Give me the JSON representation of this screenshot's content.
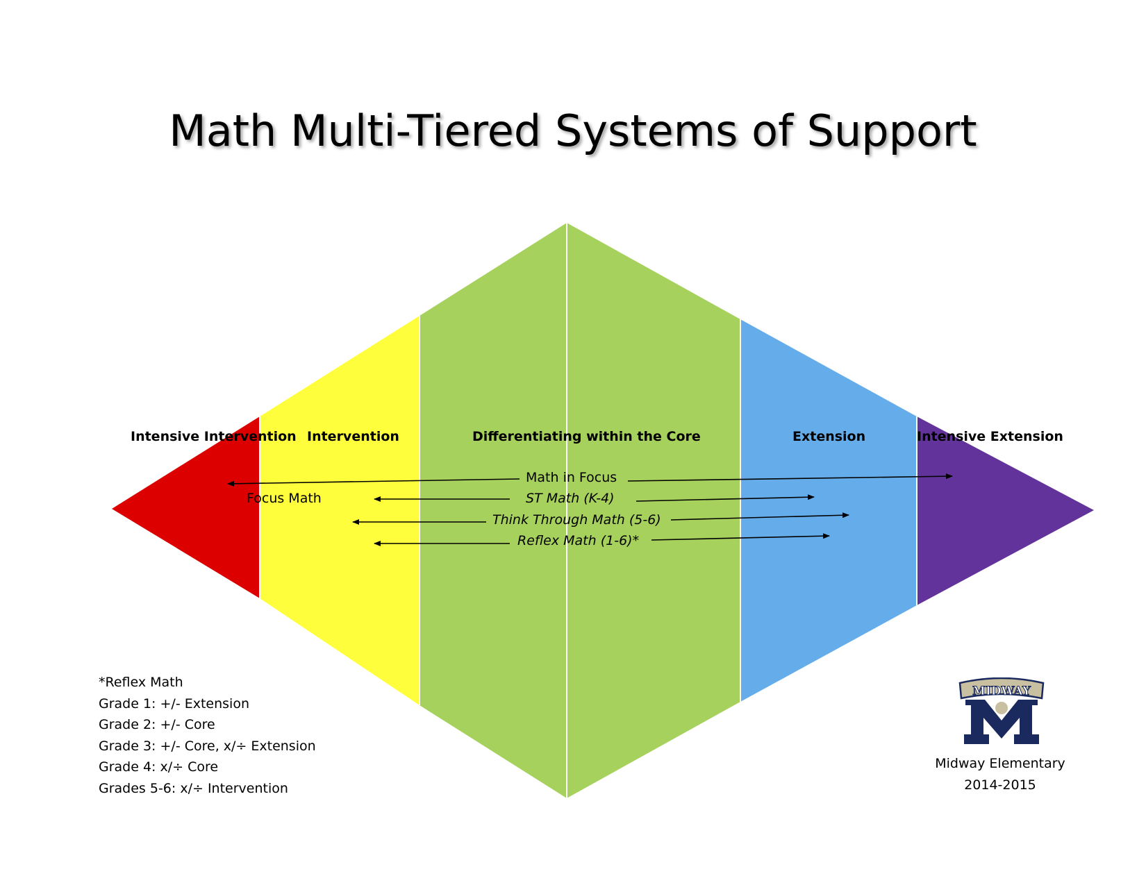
{
  "title": "Math Multi-Tiered Systems of Support",
  "tiers": [
    {
      "label": "Intensive Intervention",
      "color": "#dd0000"
    },
    {
      "label": "Intervention",
      "color": "#fefe3c"
    },
    {
      "label": "Differentiating within the Core",
      "color": "#a6d15d"
    },
    {
      "label": "Extension",
      "color": "#64adea"
    },
    {
      "label": "Intensive Extension",
      "color": "#62339a"
    }
  ],
  "programs": [
    {
      "label": "Math in Focus",
      "italic": false
    },
    {
      "label": "Focus Math",
      "italic": false
    },
    {
      "label": "ST Math (K-4)",
      "italic": true
    },
    {
      "label": "Think Through Math (5-6)",
      "italic": true
    },
    {
      "label": "Reflex Math (1-6)*",
      "italic": true
    }
  ],
  "notes": [
    "*Reflex Math",
    "Grade 1: +/- Extension",
    "Grade 2: +/- Core",
    "Grade 3: +/- Core, x/÷ Extension",
    "Grade 4: x/÷ Core",
    "Grades 5-6: x/÷ Intervention"
  ],
  "school": {
    "logo_text": "MIDWAY",
    "name": "Midway Elementary",
    "year": "2014-2015"
  }
}
